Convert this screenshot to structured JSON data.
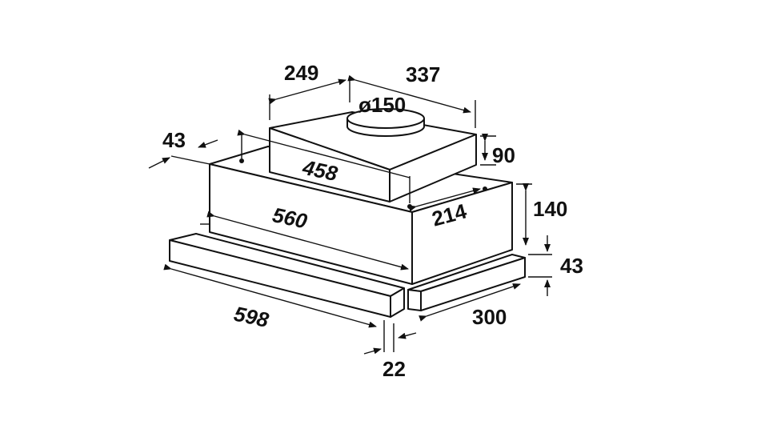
{
  "diagram": {
    "dimensions": {
      "duct_offset": "249",
      "box_depth": "337",
      "duct_diameter": "ø150",
      "box_height": "90",
      "box_width": "458",
      "rear_offset": "43",
      "box_side": "214",
      "body_height": "140",
      "body_width": "560",
      "panel_height": "43",
      "total_width": "598",
      "total_depth": "300",
      "panel_thickness": "22"
    }
  }
}
